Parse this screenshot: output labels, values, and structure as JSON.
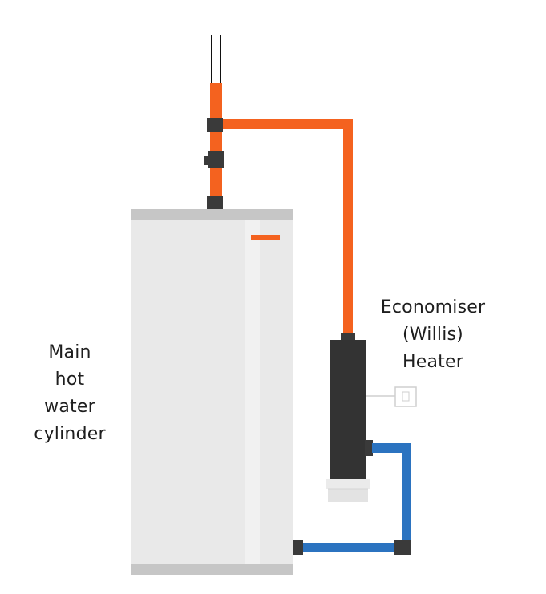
{
  "labels": {
    "cylinder": [
      "Main",
      "hot",
      "water",
      "cylinder"
    ],
    "heater": [
      "Economiser",
      "(Willis)",
      "Heater"
    ]
  },
  "colors": {
    "hot_pipe": "#f4621f",
    "cold_pipe": "#2b73c0",
    "fitting": "#3a3a3a",
    "cylinder_body": "#e9e9e9",
    "cylinder_cap": "#c6c6c6",
    "cylinder_highlight": "#f1f1f1",
    "heater_body": "#333333",
    "heater_base": "#e3e3e3",
    "switch_line": "#cfcfcf",
    "text": "#1e1e1e"
  },
  "icons": {
    "switch": "electrical-switch-icon"
  }
}
